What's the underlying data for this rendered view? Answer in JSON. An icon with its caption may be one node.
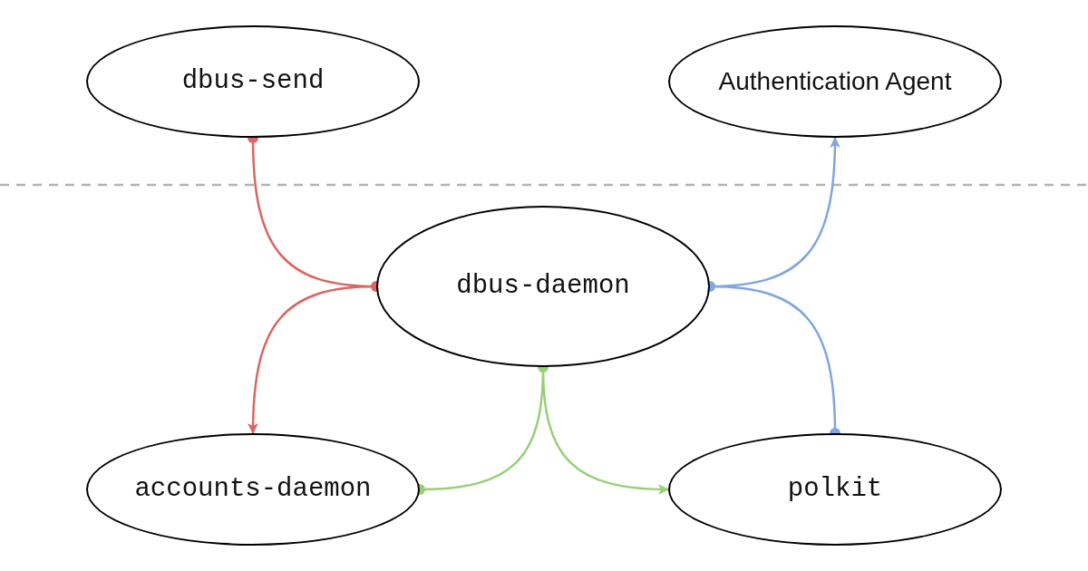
{
  "diagram": {
    "nodes": [
      {
        "text": [
          "dbus-send"
        ]
      },
      {
        "text": [
          "Authentication Agent"
        ]
      },
      {
        "text": [
          "dbus-daemon"
        ]
      },
      {
        "text": [
          "accounts-daemon"
        ]
      },
      {
        "text": [
          "polkit"
        ]
      }
    ],
    "edges": [
      {
        "from": 0,
        "to": 2,
        "arrow": "other",
        "color": "#d9675f"
      },
      {
        "from": 2,
        "to": 3,
        "arrow": "to",
        "color": "#d9675f"
      },
      {
        "from": 4,
        "to": 2,
        "arrow": "other",
        "color": "#7ea6e0"
      },
      {
        "from": 2,
        "to": 1,
        "arrow": "to",
        "color": "#7ea6e0"
      },
      {
        "from": 2,
        "to": 3,
        "arrow": "other",
        "color": "#97d077"
      },
      {
        "from": 2,
        "to": 4,
        "arrow": "to",
        "color": "#97d077"
      }
    ]
  }
}
